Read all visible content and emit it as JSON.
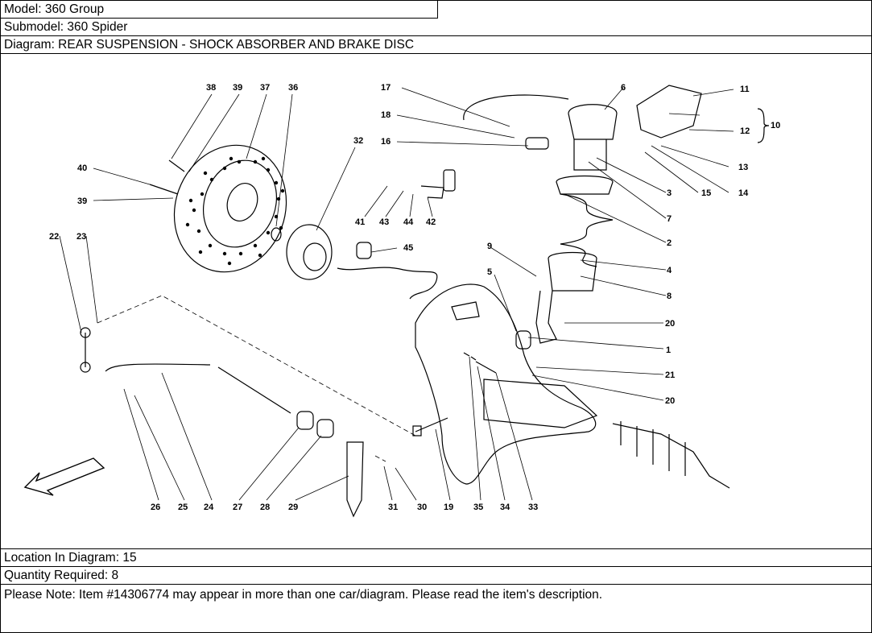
{
  "header": {
    "model": "Model: 360 Group",
    "submodel": "Submodel: 360 Spider",
    "diagram": "Diagram: REAR SUSPENSION - SHOCK ABSORBER AND BRAKE DISC"
  },
  "callouts": {
    "c1": "1",
    "c2": "2",
    "c3": "3",
    "c4": "4",
    "c5": "5",
    "c6": "6",
    "c7": "7",
    "c8": "8",
    "c9": "9",
    "c10": "10",
    "c11": "11",
    "c12": "12",
    "c13": "13",
    "c14": "14",
    "c15": "15",
    "c16": "16",
    "c17": "17",
    "c18": "18",
    "c19": "19",
    "c20": "20",
    "c21": "21",
    "c22": "22",
    "c23": "23",
    "c24": "24",
    "c25": "25",
    "c26": "26",
    "c27": "27",
    "c28": "28",
    "c29": "29",
    "c30": "30",
    "c31": "31",
    "c32": "32",
    "c33": "33",
    "c34": "34",
    "c35": "35",
    "c36": "36",
    "c37": "37",
    "c38": "38",
    "c39": "39",
    "c40": "40",
    "c41": "41",
    "c42": "42",
    "c43": "43",
    "c44": "44",
    "c45": "45"
  },
  "footer": {
    "location": "Location In Diagram: 15",
    "quantity": "Quantity Required: 8",
    "note": "Please Note: Item #14306774 may appear in more than one car/diagram. Please read the item's description."
  }
}
